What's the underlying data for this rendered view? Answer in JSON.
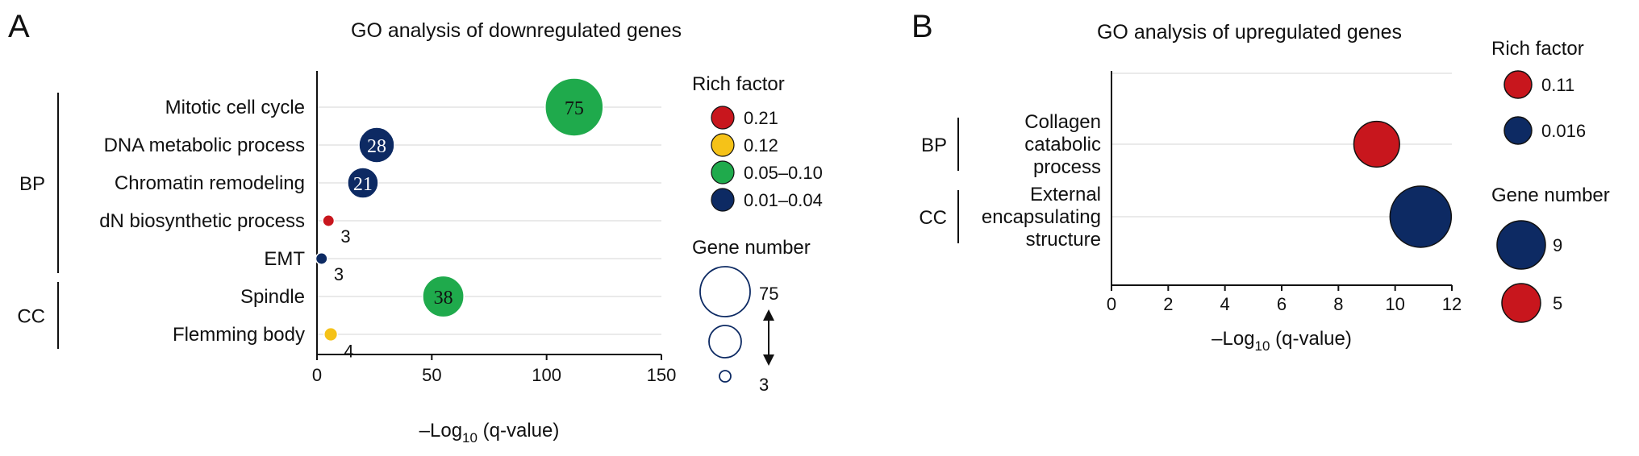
{
  "chart_data": [
    {
      "type": "scatter",
      "panel": "A",
      "title": "GO analysis of downregulated genes",
      "xlabel": "–Log",
      "xlabel_sub": "10",
      "xlabel_rest": " (q-value)",
      "xlim": [
        0,
        150
      ],
      "xticks": [
        0,
        50,
        100,
        150
      ],
      "grid": true,
      "categories": [
        "Mitotic cell cycle",
        "DNA metabolic process",
        "Chromatin remodeling",
        "dN biosynthetic process",
        "EMT",
        "Spindle",
        "Flemming body"
      ],
      "groups": [
        {
          "label": "BP",
          "members": [
            "Mitotic cell cycle",
            "DNA metabolic process",
            "Chromatin remodeling",
            "dN biosynthetic process",
            "EMT"
          ]
        },
        {
          "label": "CC",
          "members": [
            "Spindle",
            "Flemming body"
          ]
        }
      ],
      "points": [
        {
          "category": "Mitotic cell cycle",
          "x": 112,
          "gene_number": 75,
          "rich_factor": "0.05–0.10",
          "label": "75",
          "label_position": "inside"
        },
        {
          "category": "DNA metabolic process",
          "x": 26,
          "gene_number": 28,
          "rich_factor": "0.01–0.04",
          "label": "28",
          "label_position": "inside"
        },
        {
          "category": "Chromatin remodeling",
          "x": 20,
          "gene_number": 21,
          "rich_factor": "0.01–0.04",
          "label": "21",
          "label_position": "inside"
        },
        {
          "category": "dN biosynthetic process",
          "x": 5,
          "gene_number": 3,
          "rich_factor": "0.21",
          "label": "3",
          "label_position": "outside"
        },
        {
          "category": "EMT",
          "x": 2,
          "gene_number": 3,
          "rich_factor": "0.01–0.04",
          "label": "3",
          "label_position": "outside"
        },
        {
          "category": "Spindle",
          "x": 55,
          "gene_number": 38,
          "rich_factor": "0.05–0.10",
          "label": "38",
          "label_position": "inside"
        },
        {
          "category": "Flemming body",
          "x": 6,
          "gene_number": 4,
          "rich_factor": "0.12",
          "label": "4",
          "label_position": "outside"
        }
      ],
      "legend_color": {
        "title": "Rich factor",
        "entries": [
          {
            "label": "0.21",
            "color": "#c8161d"
          },
          {
            "label": "0.12",
            "color": "#f5c218"
          },
          {
            "label": "0.05–0.10",
            "color": "#1faa4c"
          },
          {
            "label": "0.01–0.04",
            "color": "#0d2a63"
          }
        ]
      },
      "legend_size": {
        "title": "Gene number",
        "entries": [
          {
            "label": "75",
            "value": 75
          },
          {
            "label": "",
            "value": 28
          },
          {
            "label": "3",
            "value": 3
          }
        ]
      }
    },
    {
      "type": "scatter",
      "panel": "B",
      "title": "GO analysis of upregulated genes",
      "xlabel": "–Log",
      "xlabel_sub": "10",
      "xlabel_rest": " (q-value)",
      "xlim": [
        0,
        12
      ],
      "xticks": [
        0,
        2,
        4,
        6,
        8,
        10,
        12
      ],
      "grid": true,
      "categories": [
        {
          "lines": [
            "Collagen",
            "catabolic",
            "process"
          ]
        },
        {
          "lines": [
            "External",
            "encapsulating",
            "structure"
          ]
        }
      ],
      "groups": [
        {
          "label": "BP",
          "members": [
            0
          ]
        },
        {
          "label": "CC",
          "members": [
            1
          ]
        }
      ],
      "points": [
        {
          "category": 0,
          "x": 9.35,
          "gene_number": 5,
          "rich_factor": "0.11"
        },
        {
          "category": 1,
          "x": 10.9,
          "gene_number": 9,
          "rich_factor": "0.016"
        }
      ],
      "legend_color": {
        "title": "Rich factor",
        "entries": [
          {
            "label": "0.11",
            "color": "#c8161d"
          },
          {
            "label": "0.016",
            "color": "#0d2a63"
          }
        ]
      },
      "legend_size": {
        "title": "Gene number",
        "entries": [
          {
            "label": "9",
            "value": 9,
            "color": "#0d2a63"
          },
          {
            "label": "5",
            "value": 5,
            "color": "#c8161d"
          }
        ]
      }
    }
  ]
}
